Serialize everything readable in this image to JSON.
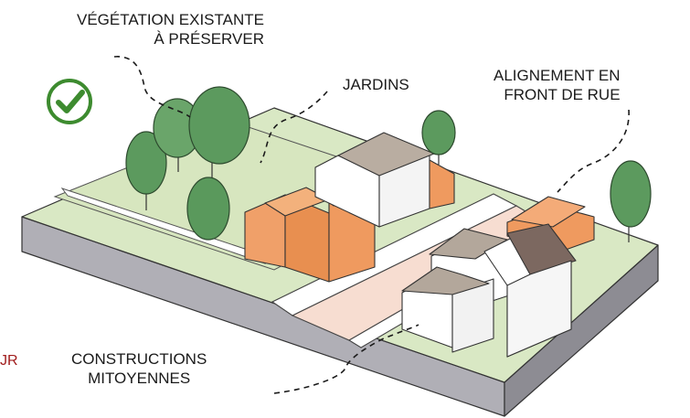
{
  "labels": {
    "vegetation": [
      "VÉGÉTATION EXISTANTE",
      "À PRÉSERVER"
    ],
    "jardins": "JARDINS",
    "alignement": [
      "ALIGNEMENT EN",
      "FRONT DE RUE"
    ],
    "constructions": [
      "CONSTRUCTIONS",
      "MITOYENNES"
    ],
    "cut_text": "JR"
  },
  "icons": {
    "check": "check-circle-icon"
  },
  "colors": {
    "check": "#3d8b2f",
    "grass": "#d9e8c4",
    "tree": "#5c9a5e",
    "orange": "#ef9a5f",
    "roof_grey": "#b3a79b",
    "road": "#f7ddd1",
    "base": "#a7a6ad",
    "cut_text": "#a11d1d"
  }
}
